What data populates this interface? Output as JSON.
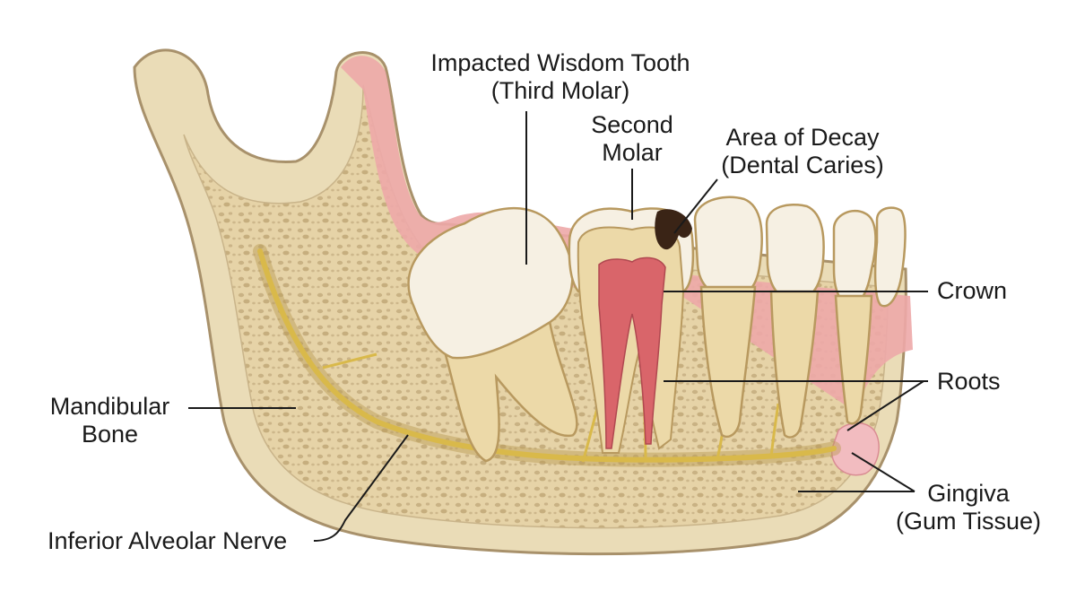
{
  "labels": {
    "wisdom_tooth": {
      "line1": "Impacted Wisdom Tooth",
      "line2": "(Third Molar)"
    },
    "second_molar": {
      "line1": "Second",
      "line2": "Molar"
    },
    "decay": {
      "line1": "Area of Decay",
      "line2": "(Dental Caries)"
    },
    "crown": "Crown",
    "roots": "Roots",
    "mandibular_bone": {
      "line1": "Mandibular",
      "line2": "Bone"
    },
    "gingiva": {
      "line1": "Gingiva",
      "line2": "(Gum Tissue)"
    },
    "nerve": "Inferior Alveolar Nerve"
  },
  "colors": {
    "bone": "#eadcb7",
    "bone_outline": "#a8916b",
    "cancellous": "#dcc899",
    "gum": "#eda9a8",
    "enamel": "#f6f0e3",
    "dentin": "#ecd9a8",
    "pulp": "#d9656a",
    "nerve": "#d9b94a",
    "decay": "#3a2416",
    "leader": "#1a1a1a"
  }
}
